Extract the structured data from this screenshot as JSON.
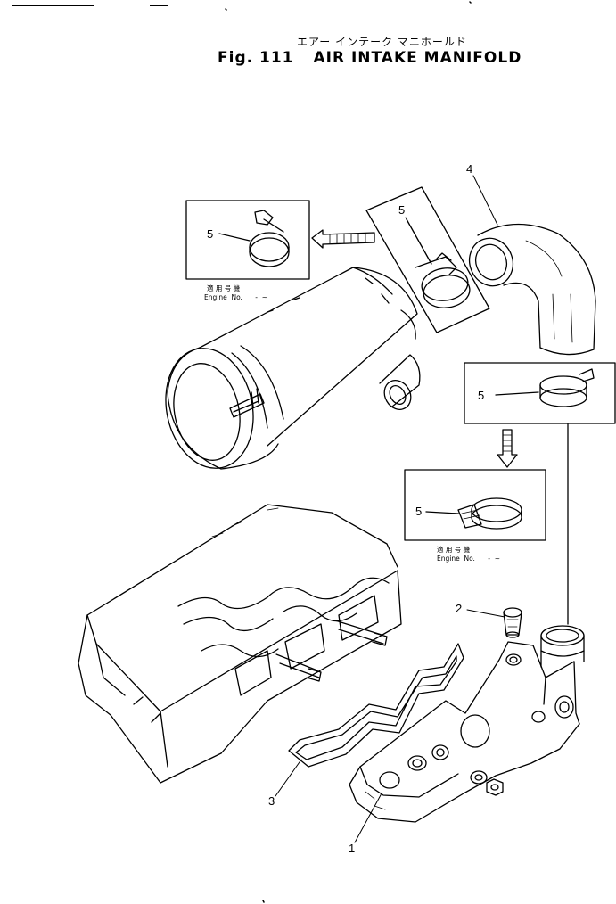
{
  "title": {
    "japanese": "エアー インテーク マニホールド",
    "fig_label": "Fig. 111",
    "english": "AIR INTAKE MANIFOLD"
  },
  "callouts": {
    "p1": "1",
    "p2": "2",
    "p3": "3",
    "p4": "4",
    "p5_box_left": "5",
    "p5_box_tilted": "5",
    "p5_box_right": "5",
    "p5_box_lower": "5"
  },
  "serial_notes": {
    "upper_jp": "適 用 号 機",
    "upper_en": "Engine  No.      -  ~",
    "lower_jp": "適 用 号 機",
    "lower_en": "Engine  No.      -  ~"
  }
}
